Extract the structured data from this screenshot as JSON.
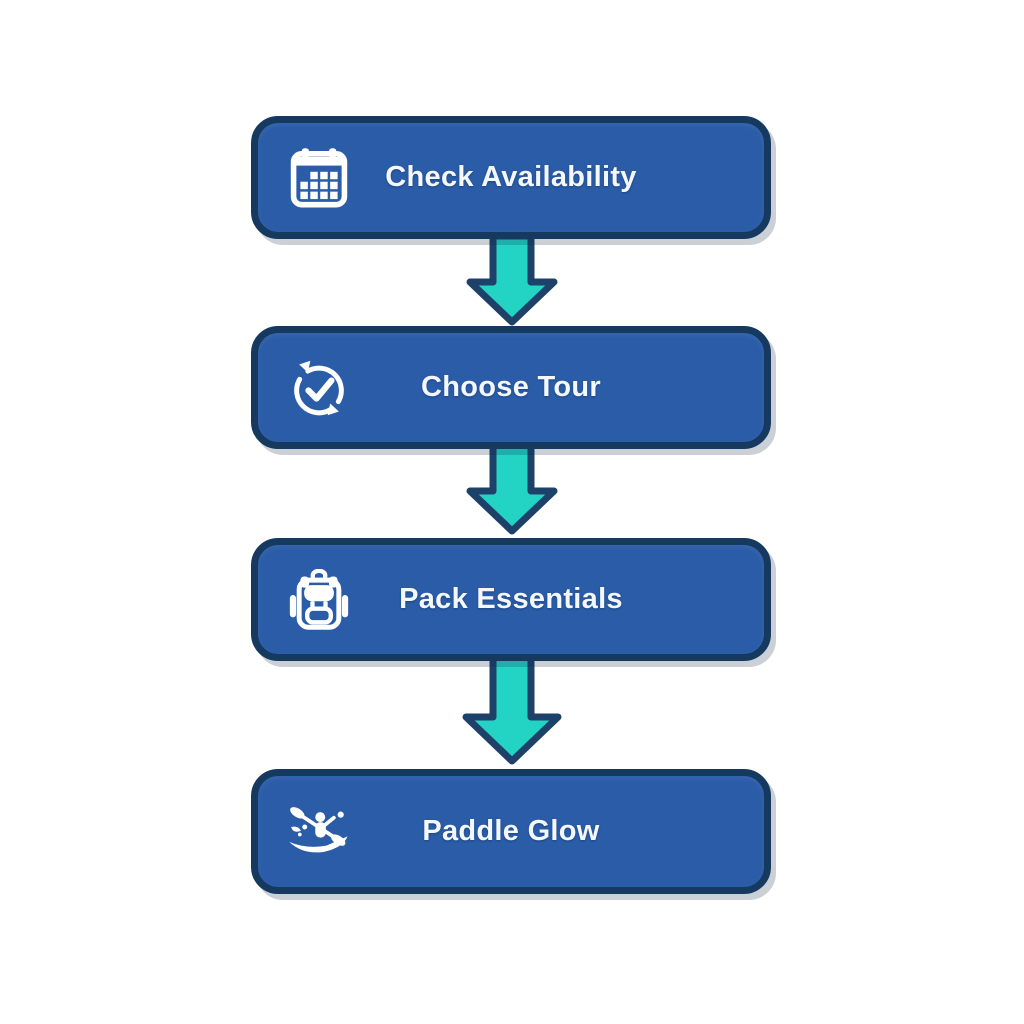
{
  "page": {
    "background": "#ffffff",
    "kind": "vertical-flowchart"
  },
  "palette": {
    "box_fill": "#2a5ca8",
    "box_border": "#16395f",
    "arrow_fill": "#23d4c4",
    "arrow_border": "#1d4168",
    "label_text": "#f4f7fb"
  },
  "flow": {
    "direction": "top-to-bottom",
    "steps": [
      {
        "label": "Check Availability",
        "icon": "calendar-icon"
      },
      {
        "label": "Choose Tour",
        "icon": "sync-check-icon"
      },
      {
        "label": "Pack Essentials",
        "icon": "backpack-icon"
      },
      {
        "label": "Paddle Glow",
        "icon": "kayak-icon"
      }
    ],
    "connector": {
      "type": "arrow-down",
      "count": 3
    }
  }
}
